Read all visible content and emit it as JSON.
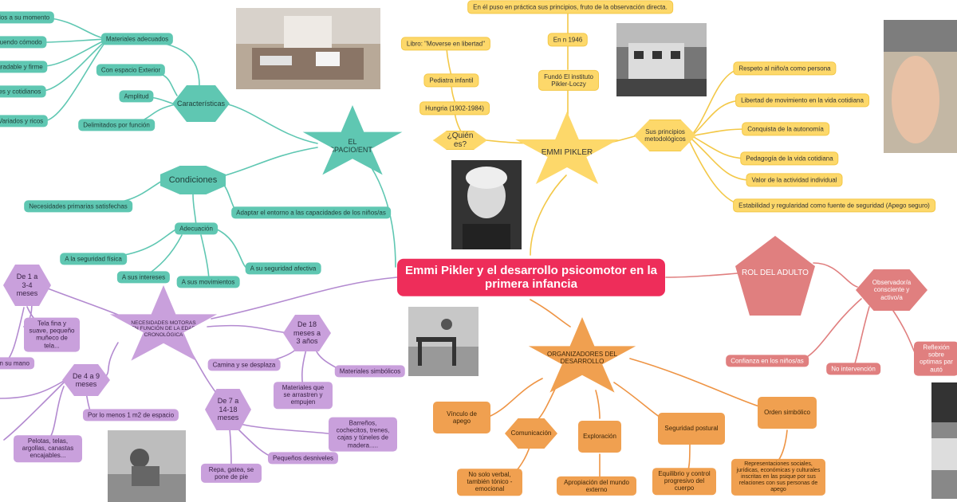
{
  "central": "Emmi Pikler y el desarrollo psicomotor en la primera infancia",
  "pikler": {
    "title": "EMMI PIKLER",
    "quien": "¿Quién es?",
    "hungria": "Hungria (1902-1984)",
    "pediatra": "Pediatra infantil",
    "libro": "Libro: \"Moverse en libertad\"",
    "fundo": "Fundó El instituto Pikler-Loczy",
    "en1946": "En n 1946",
    "puso": "En él puso en práctica sus principios, fruto de la observación directa.",
    "principios": "Sus principios metodológicos",
    "principios_items": [
      "Respeto al niño/a como persona",
      "Libertad de movimiento en la vida cotidiana",
      "Conquista de la autonomía",
      "Pedagogía de la vida cotidiana",
      "Valor de la actividad individual",
      "Estabilidad y regularidad como fuente de seguridad (Apego seguro)"
    ]
  },
  "espacio": {
    "title": "EL ESPACIO/ENTORNO",
    "caracteristicas": "Características",
    "materiales": "Materiales adecuados",
    "materiales_items": [
      "ados a su momento",
      "tuendo cómodo",
      "gradable y firme",
      "les y cotidianos",
      "Variados y ricos"
    ],
    "exterior": "Con espacio Exterior",
    "amplitud": "Amplitud",
    "delimitados": "Delimitados por función",
    "condiciones": "Condiciones",
    "necesidades": "Necesidades primarias satisfechas",
    "adaptar": "Adaptar el entorno a las capacidades de los niños/as",
    "adecuacion": "Adecuación",
    "seguridad_fisica": "A la seguridad física",
    "intereses": "A sus intereses",
    "movimientos": "A sus movimientos",
    "afectiva": "A su seguridad afectiva"
  },
  "necesidades": {
    "title": "NECESIDADES MOTORAS EN FUNCIÓN DE LA EDAD CRONOLÓGICA",
    "m1_4": "De 1 a 3-4 meses",
    "tela": "Tela fina y suave, pequeño muñeco de tela...",
    "mano": "on su mano",
    "m4_9": "De 4 a 9 meses",
    "m2": "Por lo menos 1 m2 de espacio",
    "pelotas": "Pelotas, telas, argollas, canastas encajables...",
    "m7_18": "De 7 a 14-18 meses",
    "barrenos": "Barreños, cochecitos, trenes, cajas y túneles de madera.....",
    "desniveles": "Pequeños desniveles",
    "repa": "Repa, gatea, se pone de pie",
    "m18": "De 18 meses a 3 años",
    "camina": "Camina y se desplaza",
    "simbolicos": "Materiales simbólicos",
    "arrastren": "Materiales que se arrastren y empujen"
  },
  "organizadores": {
    "title": "ORGANIZADORES DEL DESARROLLO",
    "vinculo": "Vínculo de apego",
    "comunicacion": "Comunicación",
    "no_verbal": "No solo verbal, también tónico -emocional",
    "exploracion": "Exploración",
    "apropiacion": "Apropiación del mundo externo",
    "seguridad": "Seguridad postural",
    "equilibrio": "Equilibrio y control progresivo del cuerpo",
    "orden": "Orden simbólico",
    "representaciones": "Representaciones sociales, jurídicas, económicas y culturales inscritas en las psique por sus relaciones con sus personas de apego"
  },
  "rol": {
    "title": "ROL DEL ADULTO",
    "observador": "Observador/a consciente y activo/a",
    "confianza": "Confianza en los niños/as",
    "intervencion": "No intervención",
    "reflexion": "Reflexión sobre optimas par autó"
  },
  "colors": {
    "central": "#ee2d5a",
    "yellow": "#fdd86a",
    "teal": "#5fc7b2",
    "purple": "#c9a0dc",
    "orange": "#f0a050",
    "red": "#e07f7f"
  }
}
